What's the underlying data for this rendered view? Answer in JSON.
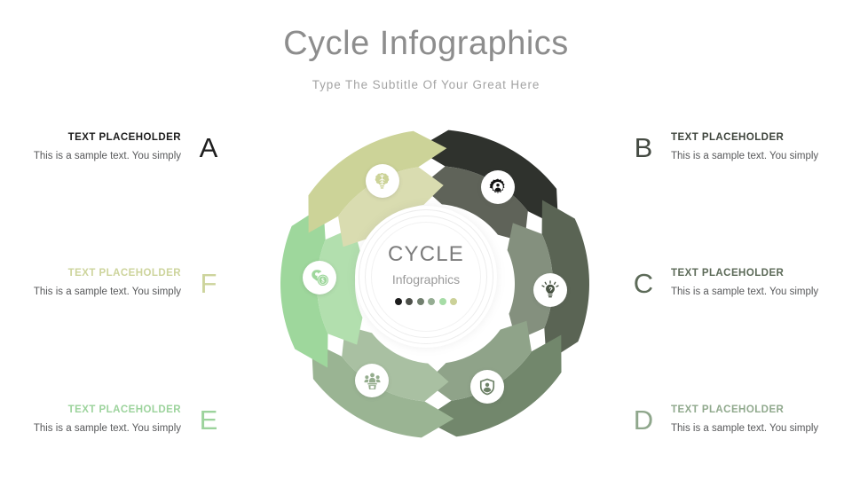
{
  "header": {
    "title": "Cycle Infographics",
    "subtitle": "Type The Subtitle Of Your Great Here"
  },
  "hub": {
    "title": "CYCLE",
    "subtitle": "Infographics",
    "dots": [
      "#1d1d1d",
      "#4c4f49",
      "#717f6f",
      "#95ad93",
      "#a6dca6",
      "#cbd198"
    ]
  },
  "items": [
    {
      "letter": "A",
      "title": "TEXT PLACEHOLDER",
      "desc": "This is a sample text. You simply",
      "side": "left",
      "letter_color": "#1d1d1d",
      "title_color": "#1d1d1d",
      "segment_color": "#2f322d",
      "segment_inner": "#5f6359",
      "icon": "gear-user-icon"
    },
    {
      "letter": "B",
      "title": "TEXT PLACEHOLDER",
      "desc": "This is a sample text. You simply",
      "side": "right",
      "letter_color": "#444a42",
      "title_color": "#3f453d",
      "segment_color": "#5a6454",
      "segment_inner": "#84907e",
      "icon": "lightbulb-idea-icon"
    },
    {
      "letter": "C",
      "title": "TEXT PLACEHOLDER",
      "desc": "This is a sample text. You simply",
      "side": "right",
      "letter_color": "#5c6a58",
      "title_color": "#5c6a58",
      "segment_color": "#72876c",
      "segment_inner": "#8fa389",
      "icon": "shield-person-icon"
    },
    {
      "letter": "D",
      "title": "TEXT PLACEHOLDER",
      "desc": "This is a sample text. You simply",
      "side": "right",
      "letter_color": "#8fa78c",
      "title_color": "#90a98d",
      "segment_color": "#9ab493",
      "segment_inner": "#a9c0a2",
      "icon": "team-podium-icon"
    },
    {
      "letter": "E",
      "title": "TEXT PLACEHOLDER",
      "desc": "This is a sample text. You simply",
      "side": "left",
      "letter_color": "#9cd39c",
      "title_color": "#9cd39c",
      "segment_color": "#9ed79c",
      "segment_inner": "#b2dfae",
      "icon": "money-dollar-icon"
    },
    {
      "letter": "F",
      "title": "TEXT PLACEHOLDER",
      "desc": "This is a sample text. You simply",
      "side": "left",
      "letter_color": "#cdd49c",
      "title_color": "#cdd49c",
      "segment_color": "#ccd398",
      "segment_inner": "#d9dcb0",
      "icon": "brain-bulb-icon"
    }
  ]
}
